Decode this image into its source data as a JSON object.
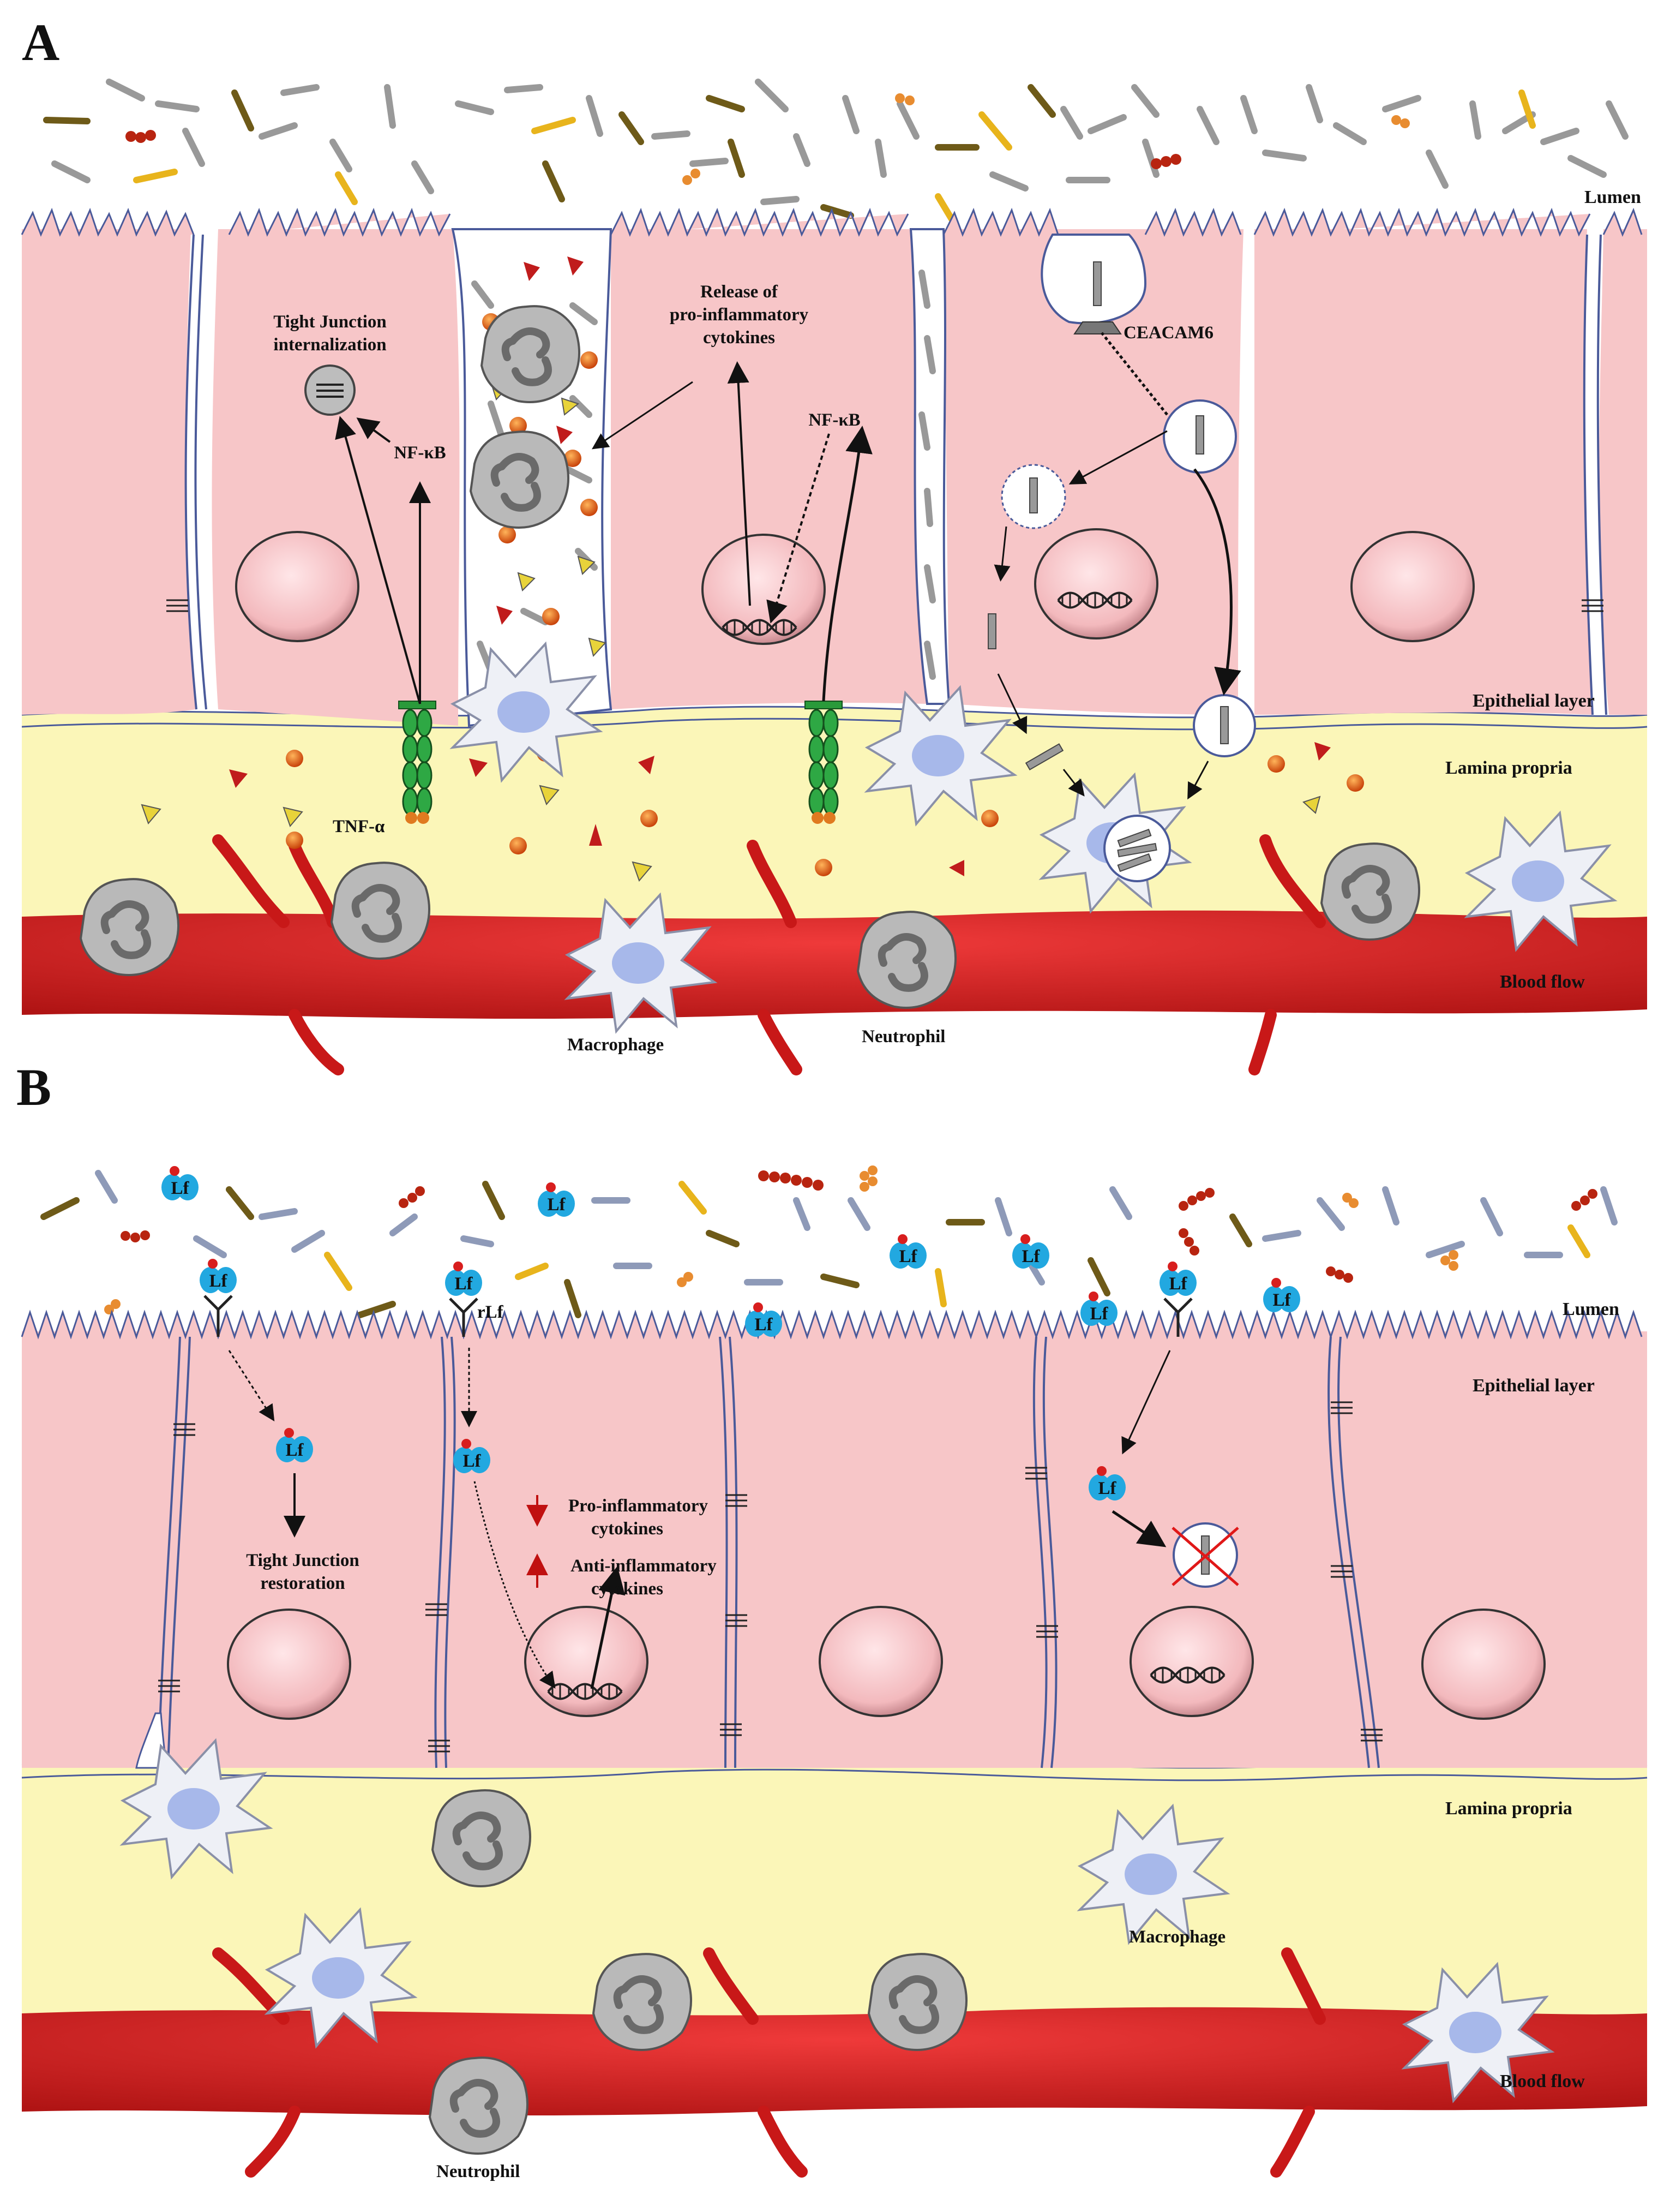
{
  "panel_a": {
    "letter": "A",
    "regions": {
      "lumen": "Lumen",
      "epithelial": "Epithelial layer",
      "lamina": "Lamina propria",
      "blood": "Blood flow"
    },
    "labels": {
      "tj_line1": "Tight Junction",
      "tj_line2": "internalization",
      "nfkb_left": "NF-κB",
      "release_line1": "Release of",
      "release_line2": "pro-inflammatory",
      "release_line3": "cytokines",
      "nfkb_mid": "NF-κB",
      "ceacam6": "CEACAM6",
      "tnf": "TNF-α",
      "macrophage": "Macrophage",
      "neutrophil": "Neutrophil"
    }
  },
  "panel_b": {
    "letter": "B",
    "regions": {
      "lumen": "Lumen",
      "epithelial": "Epithelial layer",
      "lamina": "Lamina propria",
      "blood": "Blood flow"
    },
    "labels": {
      "lf": "Lf",
      "rlf": "rLf",
      "tj_line1": "Tight Junction",
      "tj_line2": "restoration",
      "pro_line1": "Pro-inflammatory",
      "pro_line2": "cytokines",
      "anti_line1": "Anti-inflammatory",
      "anti_line2": "cytokines",
      "macrophage": "Macrophage",
      "neutrophil": "Neutrophil"
    }
  },
  "colors": {
    "cell": "#f7c6c8",
    "lamina": "#fbf6b8",
    "blood": "#d81e1e",
    "lf": "#22a8e0",
    "membrane": "#4a5a9a"
  }
}
